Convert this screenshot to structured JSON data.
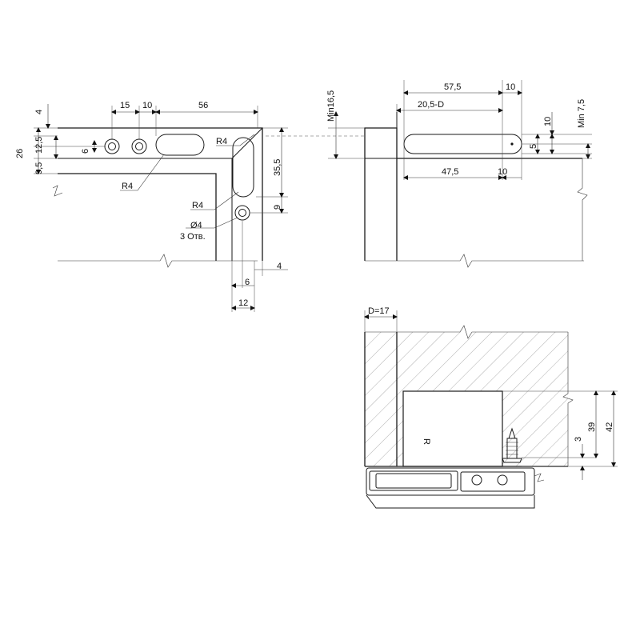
{
  "front_view": {
    "dims": {
      "d15": "15",
      "d10": "10",
      "d56": "56",
      "d4": "4",
      "d26": "26",
      "d12_5": "12,5",
      "d9_5": "9,5",
      "d6": "6",
      "d35_5": "35,5",
      "d9": "9",
      "d4b": "4",
      "d6b": "6",
      "d12": "12"
    },
    "labels": {
      "r4_top": "R4",
      "r4_left": "R4",
      "r4_bottom": "R4",
      "hole": "Ø4",
      "holes_note": "3 Отв."
    }
  },
  "side_view": {
    "dims": {
      "d57_5": "57,5",
      "d10a": "10",
      "d20_5": "20,5-D",
      "d47_5": "47,5",
      "d10b": "10",
      "d10c": "10",
      "d5": "5",
      "min16_5": "Min16,5",
      "min7_5": "Min 7,5"
    }
  },
  "section_view": {
    "dims": {
      "thickness": "D=17",
      "d42": "42",
      "d39": "39",
      "d3": "3"
    },
    "labels": {
      "mark": "R"
    }
  }
}
